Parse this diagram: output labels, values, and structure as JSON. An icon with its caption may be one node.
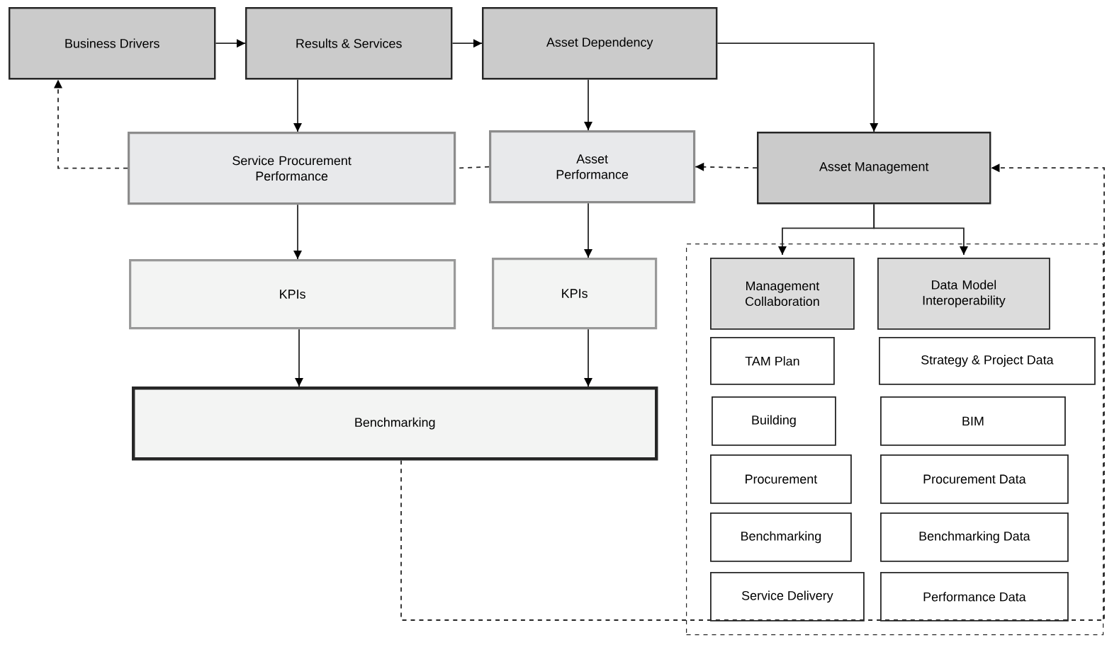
{
  "diagram": {
    "nodes": [
      {
        "text": [
          "Business Drivers"
        ]
      },
      {
        "text": [
          "Results & Services"
        ]
      },
      {
        "text": [
          "Asset Dependency"
        ]
      },
      {
        "text": [
          "Service Procurement Performance"
        ]
      },
      {
        "text": [
          "Asset Performance"
        ]
      },
      {
        "text": [
          "Asset Management"
        ]
      },
      {
        "text": [
          "KPIs"
        ]
      },
      {
        "text": [
          "KPIs"
        ]
      },
      {
        "text": [
          "Benchmarking"
        ]
      },
      {
        "text": [],
        "shape": "box"
      },
      {
        "text": [
          "Management Collaboration"
        ],
        "in": 9
      },
      {
        "text": [
          "Data Model Interoperability"
        ],
        "in": 9
      },
      {
        "text": [
          "TAM Plan"
        ],
        "in": 9
      },
      {
        "text": [
          "Strategy & Project Data"
        ],
        "in": 9
      },
      {
        "text": [
          "Building"
        ],
        "in": 9
      },
      {
        "text": [
          "BIM"
        ],
        "in": 9
      },
      {
        "text": [
          "Procurement"
        ],
        "in": 9
      },
      {
        "text": [
          "Procurement Data"
        ],
        "in": 9
      },
      {
        "text": [
          "Benchmarking"
        ],
        "in": 9
      },
      {
        "text": [
          "Benchmarking Data"
        ],
        "in": 9
      },
      {
        "text": [
          "Service Delivery"
        ],
        "in": 9
      },
      {
        "text": [
          "Performance Data"
        ],
        "in": 9
      }
    ],
    "edges": [
      {
        "from": 0,
        "to": 1,
        "arrow": "to"
      },
      {
        "from": 1,
        "to": 2,
        "arrow": "to"
      },
      {
        "from": 1,
        "to": 3,
        "arrow": "to"
      },
      {
        "from": 2,
        "to": 4,
        "arrow": "to"
      },
      {
        "from": 2,
        "to": 5,
        "arrow": "to"
      },
      {
        "from": 3,
        "to": 0,
        "arrow": "to",
        "style": "dashed"
      },
      {
        "from": 4,
        "to": 3,
        "arrow": "none",
        "style": "dashed"
      },
      {
        "from": 5,
        "to": 4,
        "arrow": "to",
        "style": "dashed"
      },
      {
        "from": 3,
        "to": 6,
        "arrow": "to"
      },
      {
        "from": 4,
        "to": 7,
        "arrow": "to"
      },
      {
        "from": 6,
        "to": 8,
        "arrow": "to"
      },
      {
        "from": 7,
        "to": 8,
        "arrow": "to"
      },
      {
        "from": 5,
        "to": 10,
        "arrow": "to"
      },
      {
        "from": 5,
        "to": 11,
        "arrow": "to"
      },
      {
        "from": 8,
        "to": 5,
        "arrow": "to",
        "style": "dashed"
      }
    ]
  }
}
